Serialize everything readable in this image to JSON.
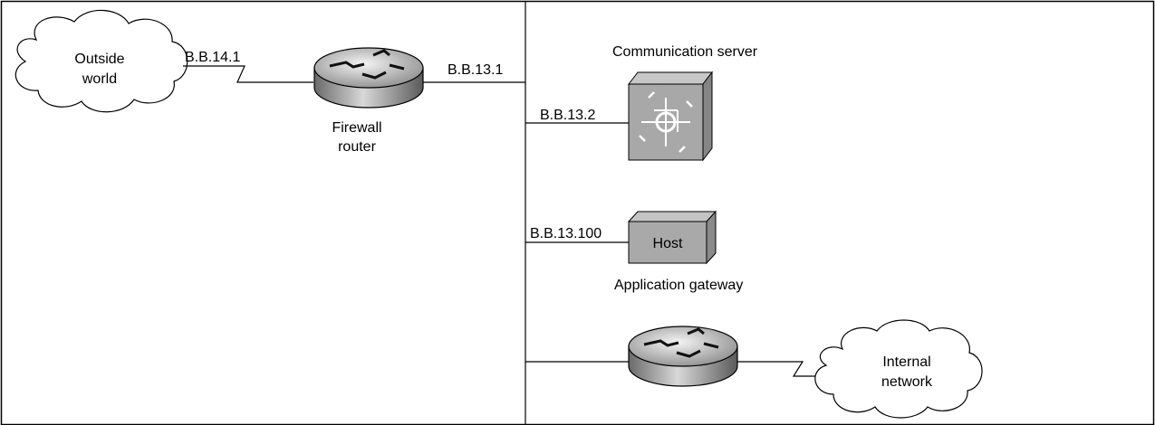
{
  "clouds": {
    "outside_line1": "Outside",
    "outside_line2": "world",
    "internal_line1": "Internal",
    "internal_line2": "network"
  },
  "routers": {
    "firewall_line1": "Firewall",
    "firewall_line2": "router"
  },
  "addresses": {
    "outside_link": "B.B.14.1",
    "firewall_lan": "B.B.13.1",
    "comm_server": "B.B.13.2",
    "host": "B.B.13.100"
  },
  "devices": {
    "comm_server_label": "Communication server",
    "host_box_label": "Host",
    "app_gateway_label": "Application gateway"
  }
}
